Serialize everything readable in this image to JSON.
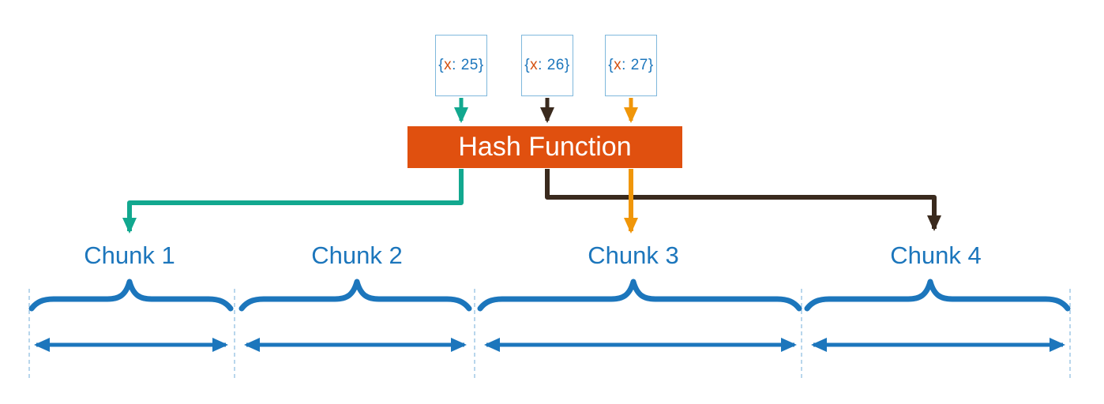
{
  "colors": {
    "blue": "#1C76BC",
    "teal": "#12A88F",
    "brown": "#3A2A1E",
    "orange": "#F09609",
    "vermillion": "#E0500F",
    "field_orange": "#D4500F",
    "light_blue_border": "#7FB8DC",
    "dashed_line": "#B8D6EC"
  },
  "documents": [
    {
      "open": "{",
      "field": "x",
      "rest": ": 25}"
    },
    {
      "open": "{",
      "field": "x",
      "rest": ": 26}"
    },
    {
      "open": "{",
      "field": "x",
      "rest": ": 27}"
    }
  ],
  "hash_function": {
    "label": "Hash Function"
  },
  "chunks": [
    {
      "label": "Chunk 1"
    },
    {
      "label": "Chunk 2"
    },
    {
      "label": "Chunk 3"
    },
    {
      "label": "Chunk 4"
    }
  ]
}
